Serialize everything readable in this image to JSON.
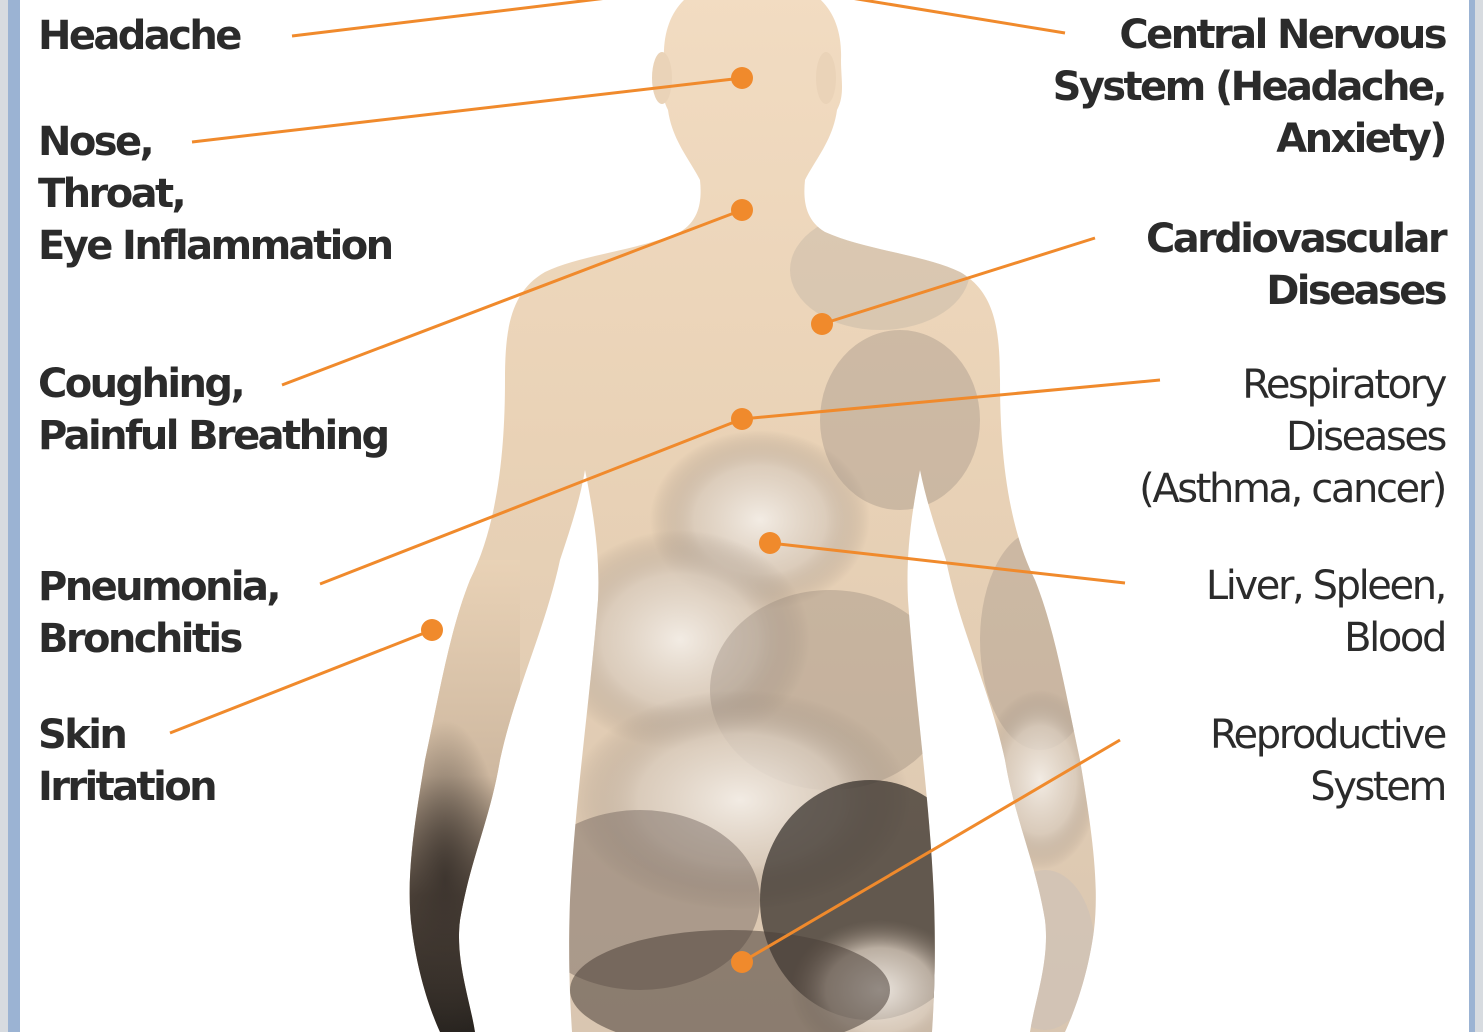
{
  "colors": {
    "accent": "#f08a2c",
    "skin": "#eed9bf",
    "shadow": "#1e1a17",
    "text": "#2b2b2b",
    "frame": "#9bb3d3"
  },
  "labels": {
    "left": [
      {
        "id": "headache",
        "text": "Headache"
      },
      {
        "id": "nose-throat-eye",
        "text": "Nose,\nThroat,\nEye Inflammation"
      },
      {
        "id": "coughing",
        "text": "Coughing,\nPainful Breathing"
      },
      {
        "id": "pneumonia",
        "text": "Pneumonia,\nBronchitis"
      },
      {
        "id": "skin",
        "text": "Skin\nIrritation"
      }
    ],
    "right": [
      {
        "id": "cns",
        "text": "Central Nervous\nSystem (Headache,\nAnxiety)"
      },
      {
        "id": "cardio",
        "text": "Cardiovascular\nDiseases"
      },
      {
        "id": "respiratory",
        "text": "Respiratory\nDiseases\n(Asthma, cancer)"
      },
      {
        "id": "liver",
        "text": "Liver, Spleen,\nBlood"
      },
      {
        "id": "reproductive",
        "text": "Reproductive\nSystem"
      }
    ]
  }
}
